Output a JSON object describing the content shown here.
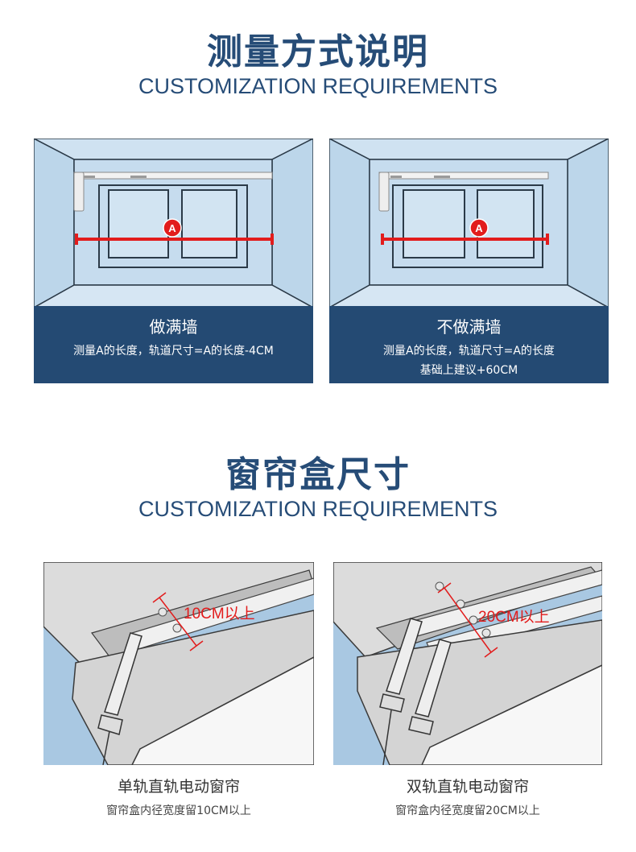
{
  "section1": {
    "title_cn": "测量方式说明",
    "title_en": "CUSTOMIZATION REQUIREMENTS",
    "panels": [
      {
        "marker": "A",
        "caption_title": "做满墙",
        "caption_lines": [
          "测量A的长度，轨道尺寸=A的长度-4CM"
        ]
      },
      {
        "marker": "A",
        "caption_title": "不做满墙",
        "caption_lines": [
          "测量A的长度，轨道尺寸=A的长度",
          "基础上建议+60CM"
        ]
      }
    ]
  },
  "section2": {
    "title_cn": "窗帘盒尺寸",
    "title_en": "CUSTOMIZATION REQUIREMENTS",
    "boxes": [
      {
        "dimension": "10CM以上",
        "title": "单轨直轨电动窗帘",
        "subtitle": "窗帘盒内径宽度留10CM以上"
      },
      {
        "dimension": "20CM以上",
        "title": "双轨直轨电动窗帘",
        "subtitle": "窗帘盒内径宽度留20CM以上"
      }
    ]
  },
  "colors": {
    "navy": "#244a73",
    "heading": "#264c77",
    "sky": "#bcd6ea",
    "measure_red": "#e21c1c",
    "track": "#f2f2f2"
  }
}
